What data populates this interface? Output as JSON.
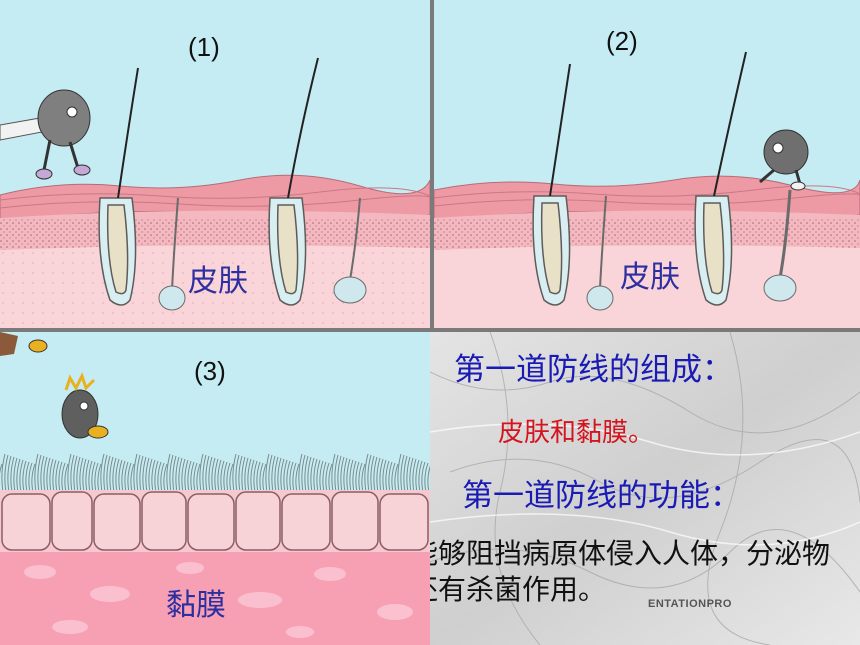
{
  "panels": {
    "p1": {
      "number": "(1)",
      "label": "皮肤"
    },
    "p2": {
      "number": "(2)",
      "label": "皮肤"
    },
    "p3": {
      "number": "(3)",
      "label": "黏膜"
    }
  },
  "text_panel": {
    "heading_composition": "第一道防线的组成：",
    "composition_value": "皮肤和黏膜。",
    "heading_function": "第一道防线的功能：",
    "function_value": "能够阻挡病原体侵入人体，分泌物还有杀菌作用。",
    "watermark": "ENTATIONPRO"
  },
  "colors": {
    "sky": "#c5ecf2",
    "skin_layer": "#f0a3ad",
    "dermis": "#f9d4d8",
    "text_heading": "#1a1ab4",
    "text_highlight": "#d4141e",
    "label": "#2d2fa0"
  }
}
